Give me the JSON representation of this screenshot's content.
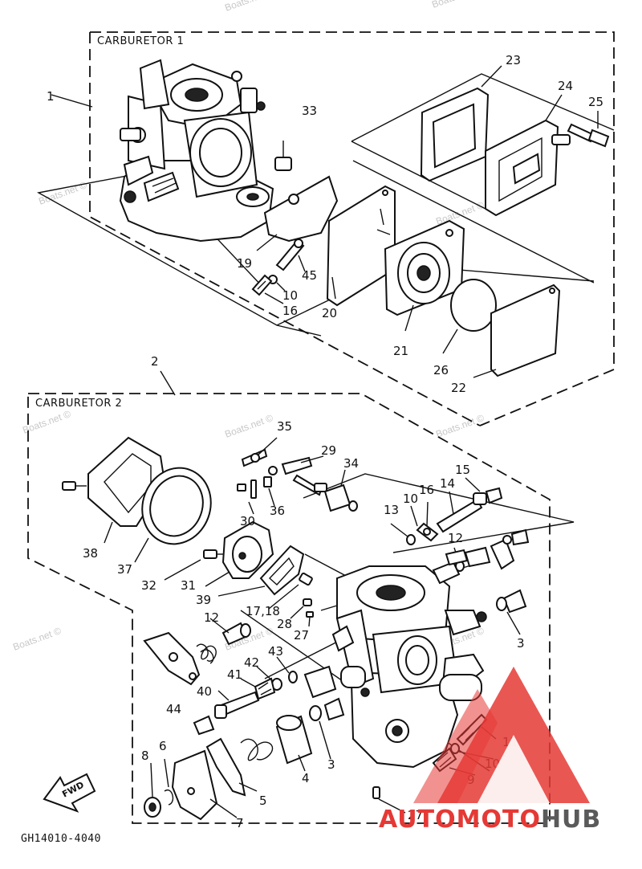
{
  "sections": {
    "carb1_label": "CARBURETOR 1",
    "carb2_label": "CARBURETOR 2"
  },
  "callouts": {
    "c1_1": "1",
    "c1_33": "33",
    "c1_23": "23",
    "c1_24": "24",
    "c1_25": "25",
    "c1_19": "19",
    "c1_45": "45",
    "c1_10": "10",
    "c1_16": "16",
    "c1_20": "20",
    "c1_21": "21",
    "c1_26": "26",
    "c1_22": "22",
    "c2_2": "2",
    "c2_35": "35",
    "c2_29": "29",
    "c2_34": "34",
    "c2_15": "15",
    "c2_14": "14",
    "c2_16": "16",
    "c2_10": "10",
    "c2_13": "13",
    "c2_12a": "12",
    "c2_30": "30",
    "c2_36": "36",
    "c2_38": "38",
    "c2_37": "37",
    "c2_32": "32",
    "c2_31": "31",
    "c2_39": "39",
    "c2_1718": "17,18",
    "c2_28": "28",
    "c2_27a": "27",
    "c2_12b": "12",
    "c2_3a": "3",
    "c2_43": "43",
    "c2_42": "42",
    "c2_41": "41",
    "c2_40": "40",
    "c2_44": "44",
    "c2_11": "11",
    "c2_10b": "10",
    "c2_9": "9",
    "c2_8": "8",
    "c2_6": "6",
    "c2_4": "4",
    "c2_3b": "3",
    "c2_5": "5",
    "c2_7": "7",
    "c2_27b": "27"
  },
  "fwd_label": "FWD",
  "figure_code": "GH14010-4040",
  "watermark": "Boats.net ©",
  "brand": {
    "part1": "AUTO",
    "part2": "MOTO",
    "part3": "HUB",
    "color_red": "#e53935",
    "color_gray": "#5a5a5a"
  }
}
